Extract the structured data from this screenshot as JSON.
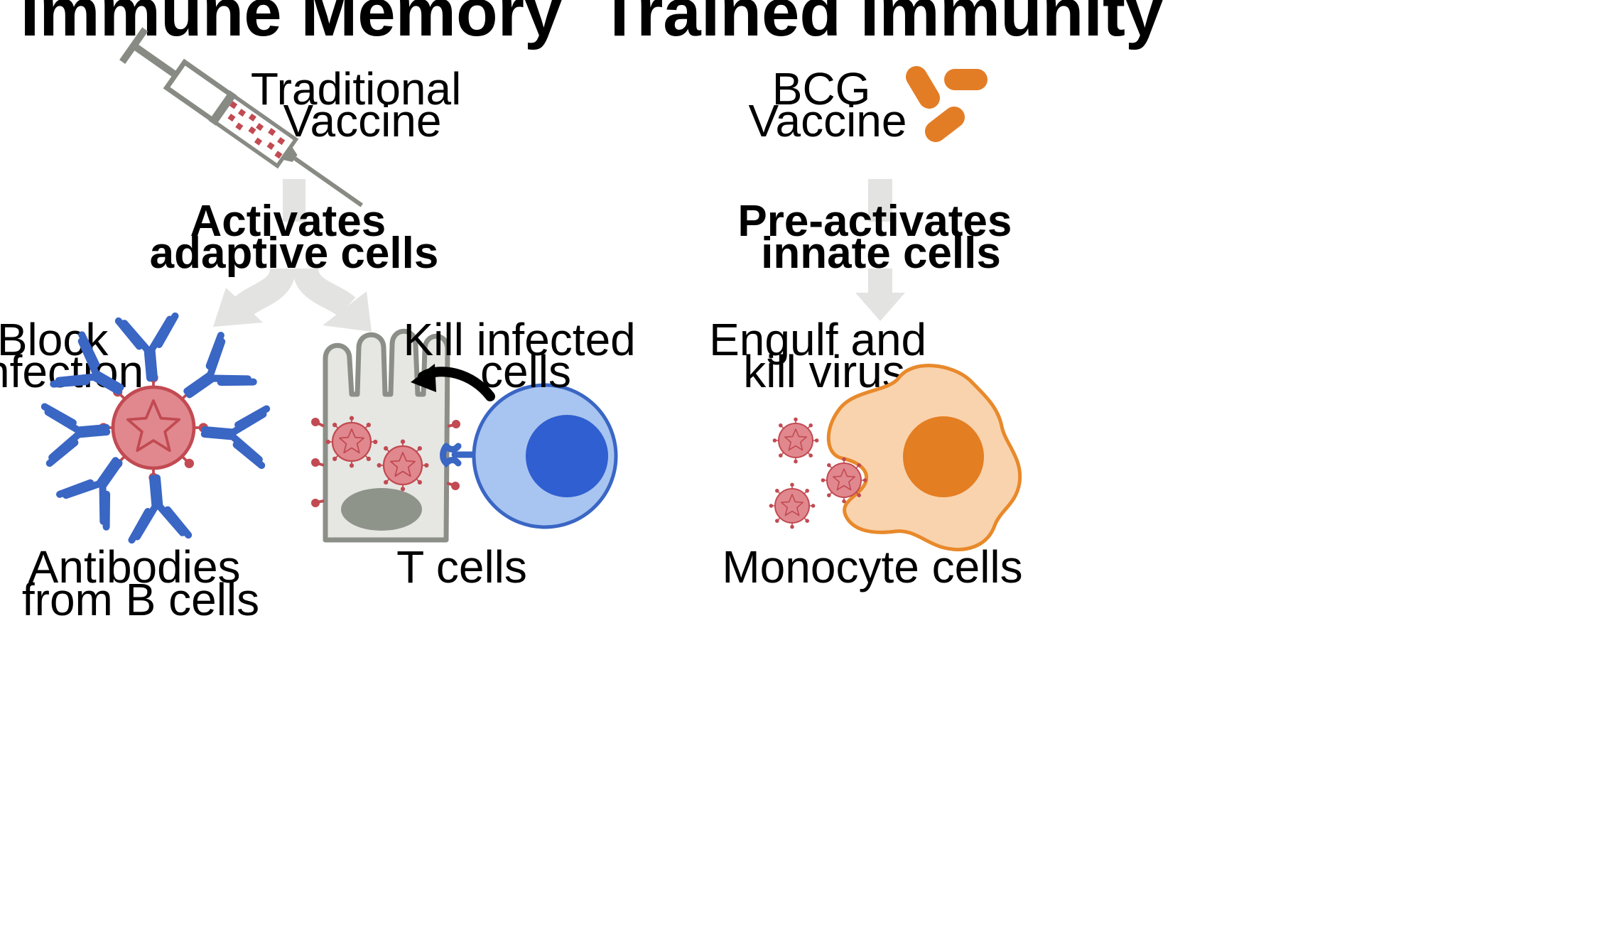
{
  "immune_memory": {
    "title": "Immune Memory",
    "vaccine_line1": "Traditional",
    "vaccine_line2": "Vaccine",
    "mechanism_line1": "Activates",
    "mechanism_line2": "adaptive cells",
    "left_effect_line1": "Block",
    "left_effect_line2": "infection",
    "right_effect_line1": "Kill infected",
    "right_effect_line2": "cells",
    "left_cell_line1": "Antibodies",
    "left_cell_line2": "from B cells",
    "right_cell": "T cells"
  },
  "trained_immunity": {
    "title": "Trained Immunity",
    "vaccine_line1": "BCG",
    "vaccine_line2": "Vaccine",
    "mechanism_line1": "Pre-activates",
    "mechanism_line2": "innate cells",
    "effect_line1": "Engulf and",
    "effect_line2": "kill virus",
    "cell": "Monocyte cells"
  },
  "colors": {
    "arrow": "#e3e3e1",
    "virus": "#c24a52",
    "virus_fill": "#e0888e",
    "antibody": "#3a66c4",
    "t_cell_fill": "#a8c4f0",
    "t_cell_nucleus": "#2f5fd0",
    "epithelial_fill": "#e6e6e2",
    "epithelial_stroke": "#8c8f88",
    "epithelial_nucleus": "#8f948b",
    "monocyte_fill": "#f9d3ad",
    "monocyte_stroke": "#e8892b",
    "monocyte_nucleus": "#e47e22",
    "bcg": "#e37d25",
    "syringe": "#888a84"
  },
  "icons": {
    "syringe": "syringe-icon",
    "bcg": "bcg-bacteria-icon",
    "virus": "virus-icon",
    "antibody": "antibody-icon",
    "t_cell": "t-cell-icon",
    "epithelial_cell": "infected-epithelial-cell-icon",
    "monocyte": "monocyte-icon"
  }
}
